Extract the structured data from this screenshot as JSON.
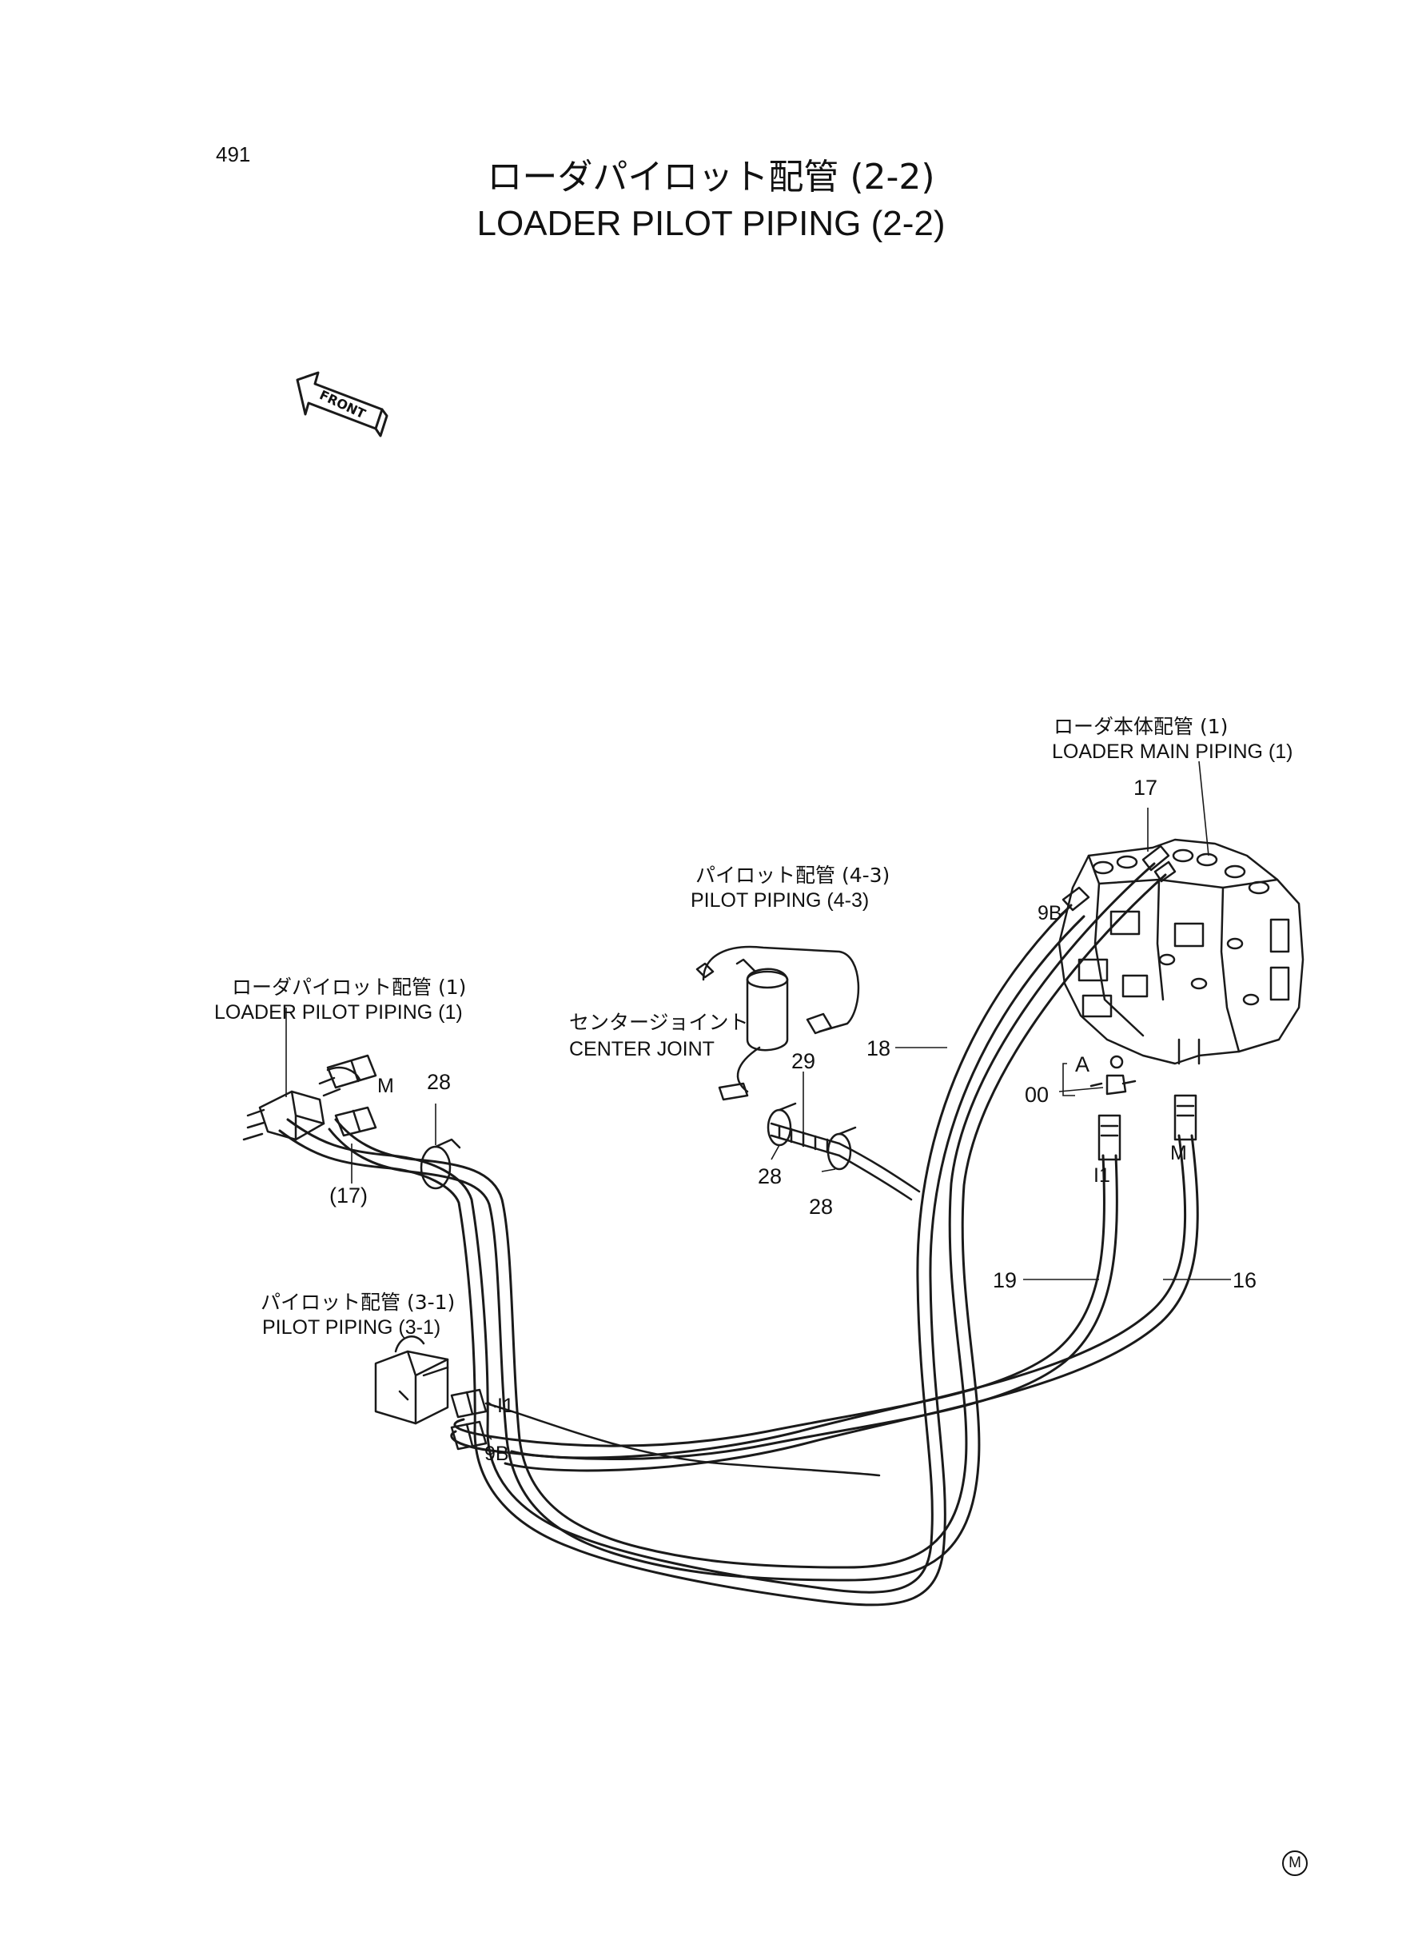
{
  "page_number": "491",
  "title": {
    "japanese": "ローダパイロット配管 (2-2)",
    "english": "LOADER PILOT PIPING (2-2)"
  },
  "front_arrow": {
    "label": "FRONT",
    "icon": "front-arrow-icon"
  },
  "references": {
    "loader_main_piping": {
      "jp": "ローダ本体配管 (1)",
      "en": "LOADER MAIN PIPING (1)"
    },
    "pilot_piping_4_3": {
      "jp": "パイロット配管 (4-3)",
      "en": "PILOT PIPING (4-3)"
    },
    "loader_pilot_piping_1": {
      "jp": "ローダパイロット配管 (1)",
      "en": "LOADER PILOT PIPING (1)"
    },
    "center_joint": {
      "jp": "センタージョイント",
      "en": "CENTER JOINT"
    },
    "pilot_piping_3_1": {
      "jp": "パイロット配管 (3-1)",
      "en": "PILOT PIPING (3-1)"
    }
  },
  "callouts": {
    "p17_top": "17",
    "p9b_valve": "9B",
    "p18": "18",
    "pA": "A",
    "p00": "00",
    "pI1_right": "I1",
    "pM_right": "M",
    "p19": "19",
    "p16": "16",
    "pM_left": "M",
    "p28_left": "28",
    "p17_paren": "(17)",
    "p29": "29",
    "p28_cj_a": "28",
    "p28_cj_b": "28",
    "pI1_bottom": "I1",
    "p9b_bottom": "9B"
  },
  "footer_mark": "M"
}
